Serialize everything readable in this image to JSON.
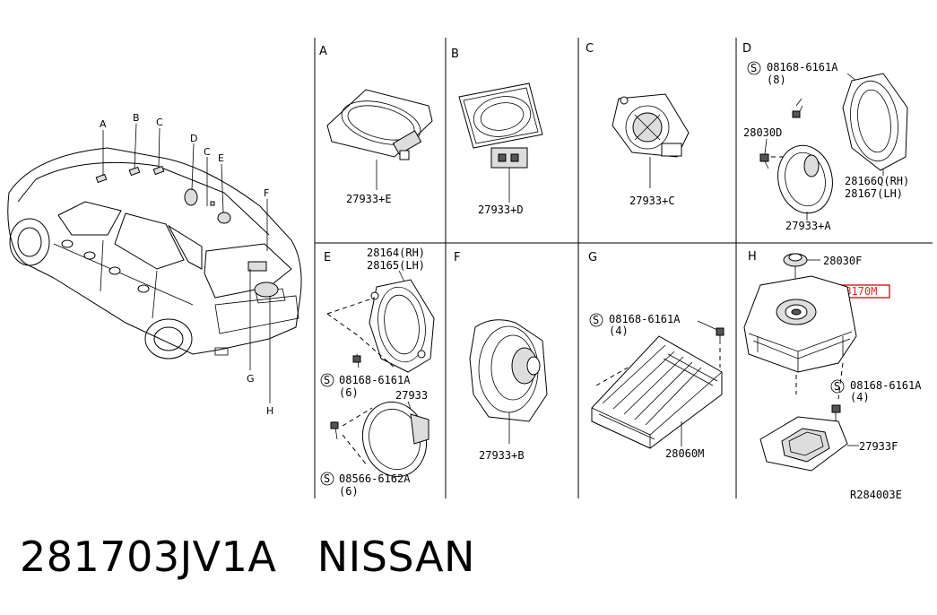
{
  "sections": {
    "A": {
      "letter": "A",
      "parts": [
        "27933+E"
      ]
    },
    "B": {
      "letter": "B",
      "parts": [
        "27933+D"
      ]
    },
    "C": {
      "letter": "C",
      "parts": [
        "27933+C"
      ]
    },
    "D": {
      "letter": "D",
      "parts": [
        "08168-6161A",
        "(8)",
        "28030D",
        "28166Q(RH)",
        "28167(LH)",
        "27933+A"
      ]
    },
    "E": {
      "letter": "E",
      "parts": [
        "28164(RH)",
        "28165(LH)",
        "08168-6161A",
        "(6)",
        "27933",
        "08566-6162A",
        "(6)"
      ]
    },
    "F": {
      "letter": "F",
      "parts": [
        "27933+B"
      ]
    },
    "G": {
      "letter": "G",
      "parts": [
        "08168-6161A",
        "(4)",
        "28060M"
      ]
    },
    "H": {
      "letter": "H",
      "parts": [
        "28030F",
        "28170M",
        "08168-6161A",
        "(4)",
        "27933F"
      ]
    }
  },
  "car_callouts": [
    "A",
    "B",
    "C",
    "D",
    "C",
    "E",
    "F",
    "G",
    "H"
  ],
  "screw_symbol": "S",
  "diagram_code": "R284003E",
  "highlight_color": "#d9262b",
  "footer": {
    "part_number": "281703JV1A",
    "brand": "NISSAN"
  }
}
